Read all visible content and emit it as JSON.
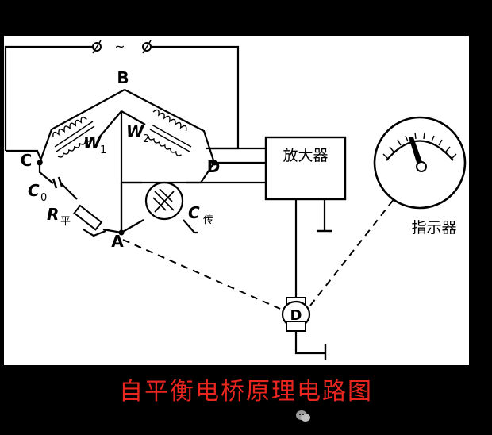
{
  "diagram": {
    "ac_source_symbol": "~",
    "nodes": {
      "a": "A",
      "b": "B",
      "c": "C",
      "d": "D"
    },
    "winding_1": {
      "letter": "W",
      "sub": "1"
    },
    "winding_2": {
      "letter": "W",
      "sub": "2"
    },
    "capacitor_c0": {
      "letter": "C",
      "sub": "0"
    },
    "resistor_r": {
      "letter": "R",
      "sub": "平"
    },
    "sensor_c": {
      "letter": "C",
      "sub": "传"
    },
    "amplifier_label": "放大器",
    "motor_label": "D",
    "indicator_label": "指示器"
  },
  "caption": "自平衡电桥原理电路图",
  "watermark_icon": "wechat-icon",
  "colors": {
    "caption": "#e8261f",
    "background": "#000000",
    "panel": "#ffffff"
  }
}
